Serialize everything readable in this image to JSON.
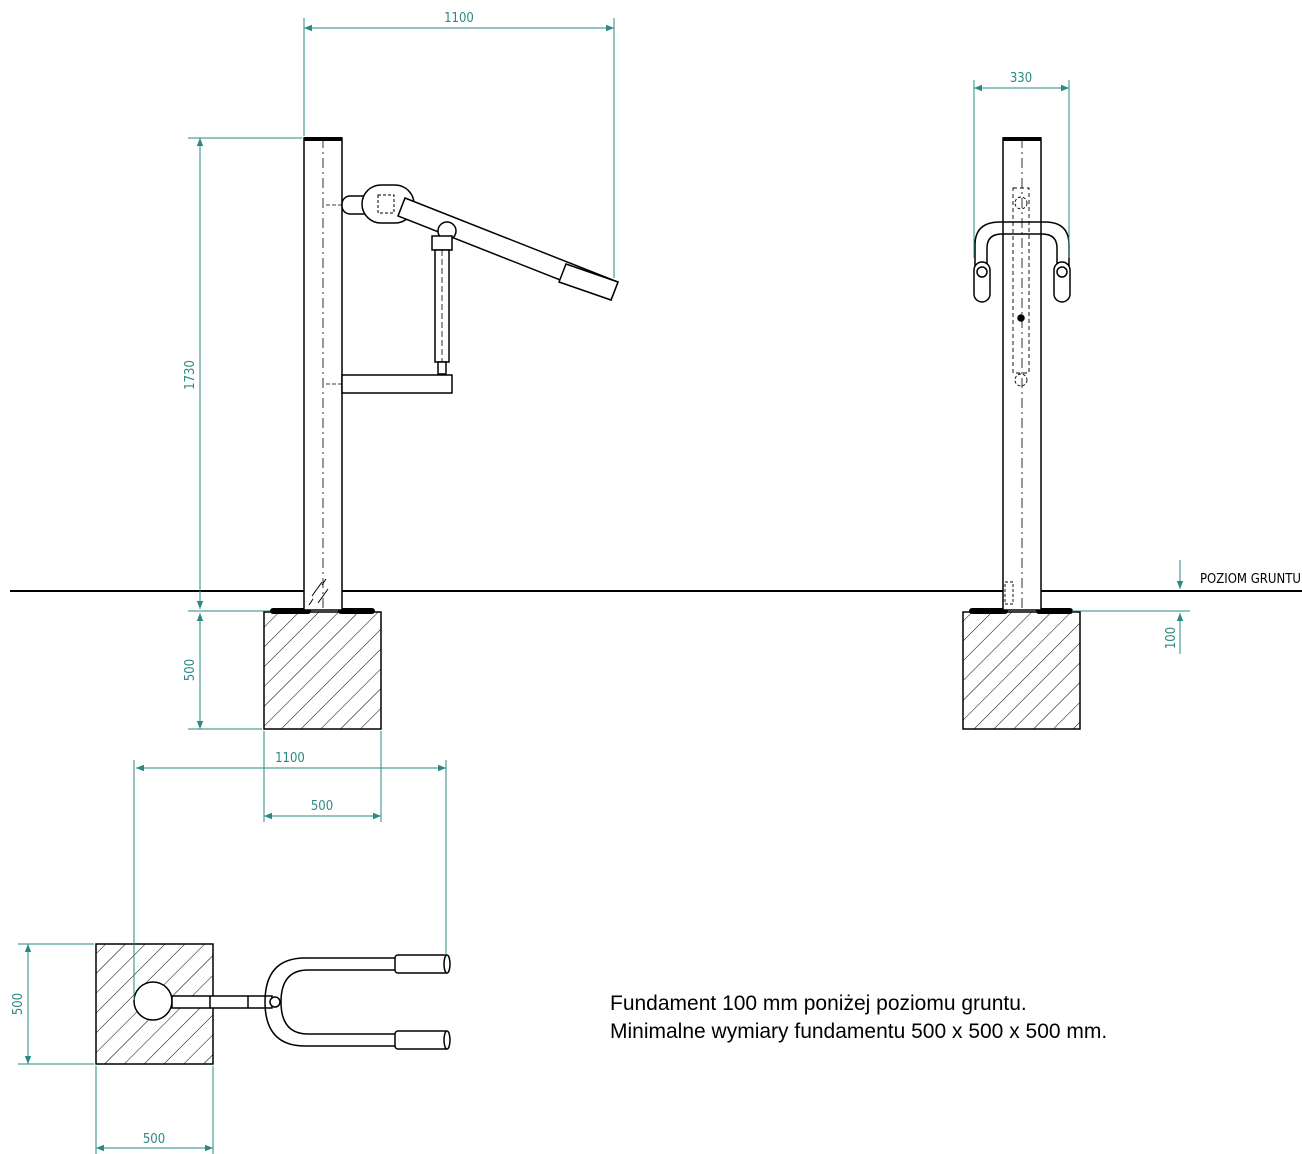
{
  "dimensions": {
    "side_width": "1100",
    "side_height": "1730",
    "side_foundation": "500",
    "front_width": "330",
    "front_depth": "100",
    "plan_total": "1100",
    "plan_foundation_top": "500",
    "plan_foundation_left": "500",
    "plan_foundation_bottom": "500"
  },
  "labels": {
    "ground_level": "POZIOM GRUNTU"
  },
  "notes": {
    "line1": "Fundament 100 mm poniżej poziomu gruntu.",
    "line2": "Minimalne wymiary fundamentu 500 x 500 x 500 mm."
  },
  "colors": {
    "dimension": "#2a8a82",
    "line": "#000000"
  }
}
